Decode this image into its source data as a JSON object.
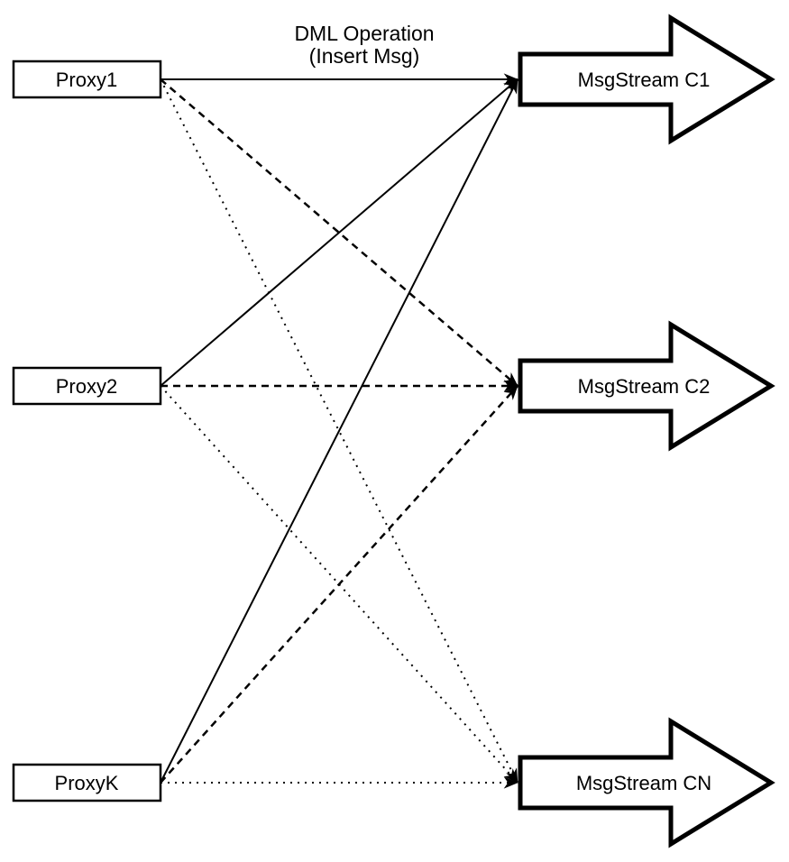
{
  "title": {
    "line1": "DML Operation",
    "line2": "(Insert Msg)"
  },
  "proxies": [
    {
      "id": "proxy1",
      "label": "Proxy1"
    },
    {
      "id": "proxy2",
      "label": "Proxy2"
    },
    {
      "id": "proxyk",
      "label": "ProxyK"
    }
  ],
  "streams": [
    {
      "id": "c1",
      "label": "MsgStream C1"
    },
    {
      "id": "c2",
      "label": "MsgStream C2"
    },
    {
      "id": "cn",
      "label": "MsgStream CN"
    }
  ],
  "connections": [
    {
      "from": "proxy1",
      "to": "c1",
      "style": "solid"
    },
    {
      "from": "proxy2",
      "to": "c1",
      "style": "solid"
    },
    {
      "from": "proxyk",
      "to": "c1",
      "style": "solid"
    },
    {
      "from": "proxy1",
      "to": "c2",
      "style": "dashed"
    },
    {
      "from": "proxy2",
      "to": "c2",
      "style": "dashed"
    },
    {
      "from": "proxyk",
      "to": "c2",
      "style": "dashed"
    },
    {
      "from": "proxy1",
      "to": "cn",
      "style": "dotted"
    },
    {
      "from": "proxy2",
      "to": "cn",
      "style": "dotted"
    },
    {
      "from": "proxyk",
      "to": "cn",
      "style": "dotted"
    }
  ],
  "colors": {
    "stroke": "#000000",
    "fill": "#ffffff",
    "background": "#ffffff"
  }
}
